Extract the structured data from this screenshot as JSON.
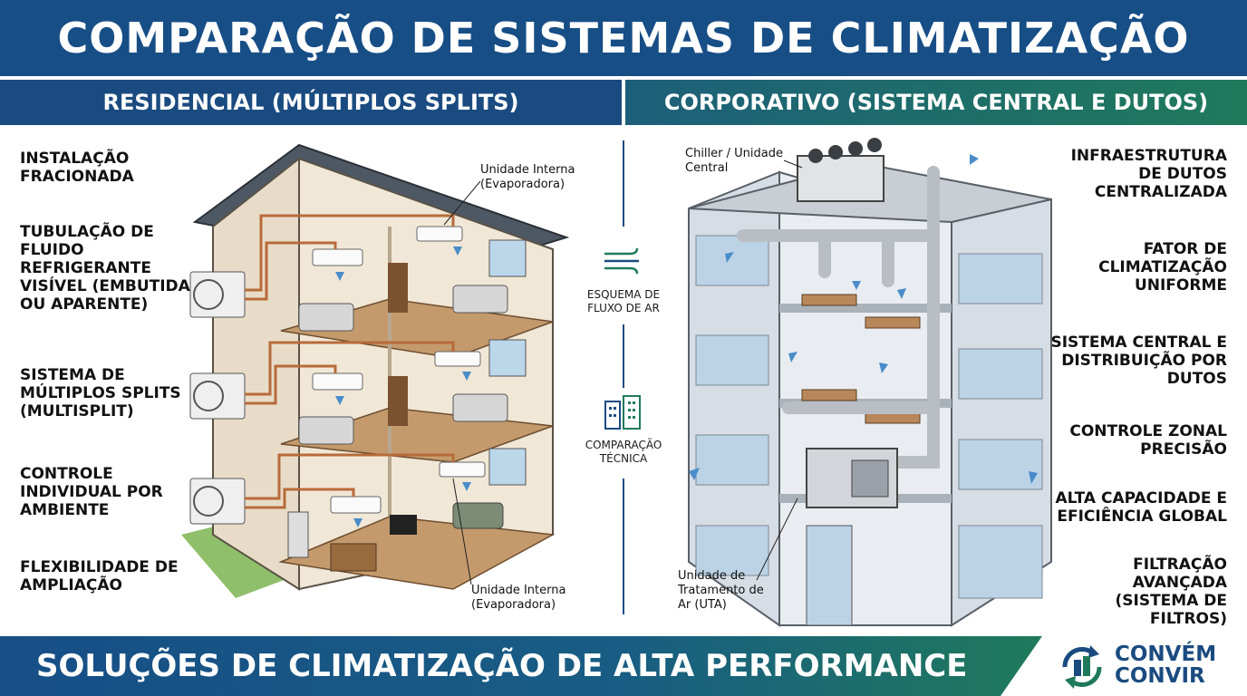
{
  "title": "COMPARAÇÃO DE SISTEMAS DE CLIMATIZAÇÃO",
  "left_section": {
    "header": "RESIDENCIAL (MÚLTIPLOS SPLITS)",
    "features": [
      "INSTALAÇÃO FRACIONADA",
      "TUBULAÇÃO DE FLUIDO REFRIGERANTE VISÍVEL (EMBUTIDA OU APARENTE)",
      "SISTEMA DE MÚLTIPLOS SPLITS (MULTISPLIT)",
      "CONTROLE INDIVIDUAL POR AMBIENTE",
      "FLEXIBILIDADE DE AMPLIAÇÃO"
    ],
    "callout_top": "Unidade Interna (Evaporadora)",
    "callout_bottom": "Unidade Interna (Evaporadora)"
  },
  "right_section": {
    "header": "CORPORATIVO (SISTEMA CENTRAL E DUTOS)",
    "features": [
      "INFRAESTRUTURA DE DUTOS CENTRALIZADA",
      "FATOR DE CLIMATIZAÇÃO UNIFORME",
      "SISTEMA CENTRAL E DISTRIBUIÇÃO POR DUTOS",
      "CONTROLE ZONAL PRECISÃO",
      "ALTA CAPACIDADE E EFICIÊNCIA GLOBAL",
      "FILTRAÇÃO AVANÇADA (SISTEMA DE FILTROS)"
    ],
    "callout_top": "Chiller / Unidade Central",
    "callout_bottom": "Unidade de Tratamento de Ar (UTA)"
  },
  "middle": {
    "airflow_label": "ESQUEMA DE FLUXO DE AR",
    "compare_label": "COMPARAÇÃO TÉCNICA",
    "airflow_icon": "wind-icon",
    "compare_icon": "buildings-icon"
  },
  "footer": {
    "tagline": "SOLUÇÕES DE CLIMATIZAÇÃO DE ALTA PERFORMANCE",
    "logo_line1": "CONVÉM",
    "logo_line2": "CONVIR"
  },
  "colors": {
    "primary_blue": "#174e86",
    "primary_green": "#1f7a5b",
    "pipe_copper": "#b86b3a",
    "duct_grey": "#b9bec4"
  }
}
